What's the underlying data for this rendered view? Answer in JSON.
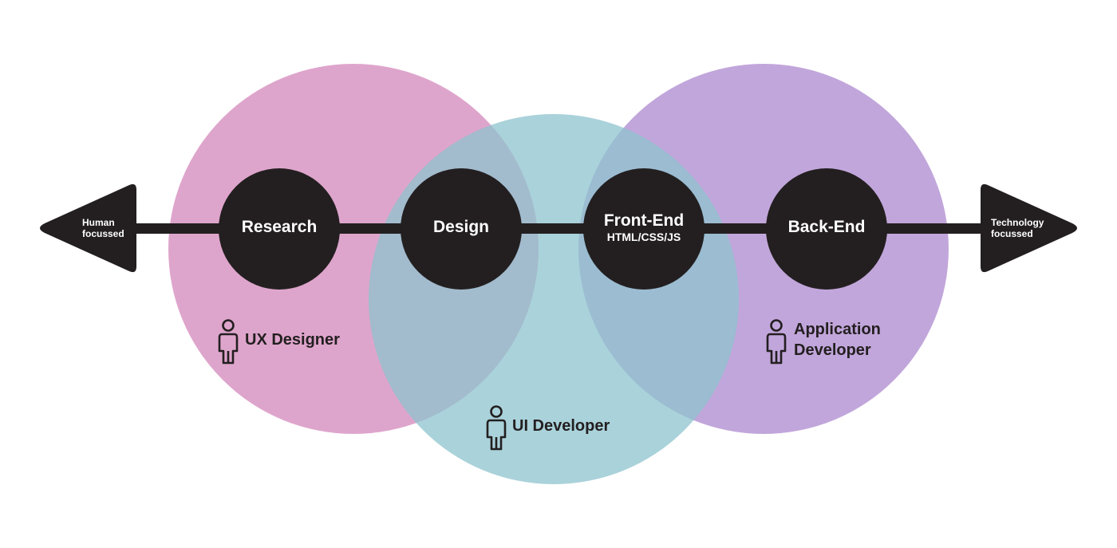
{
  "axis": {
    "left_label_line1": "Human",
    "left_label_line2": "focussed",
    "right_label_line1": "Technology",
    "right_label_line2": "focussed"
  },
  "stages": {
    "research": "Research",
    "design": "Design",
    "frontend": "Front-End",
    "frontend_sub": "HTML/CSS/JS",
    "backend": "Back-End"
  },
  "roles": {
    "ux": "UX Designer",
    "ui": "UI Developer",
    "app_line1": "Application",
    "app_line2": "Developer"
  },
  "colors": {
    "ux_circle": "#d68fbf",
    "ui_circle": "#8dc3cd",
    "app_circle": "#ac88cf",
    "dark": "#231f20"
  }
}
